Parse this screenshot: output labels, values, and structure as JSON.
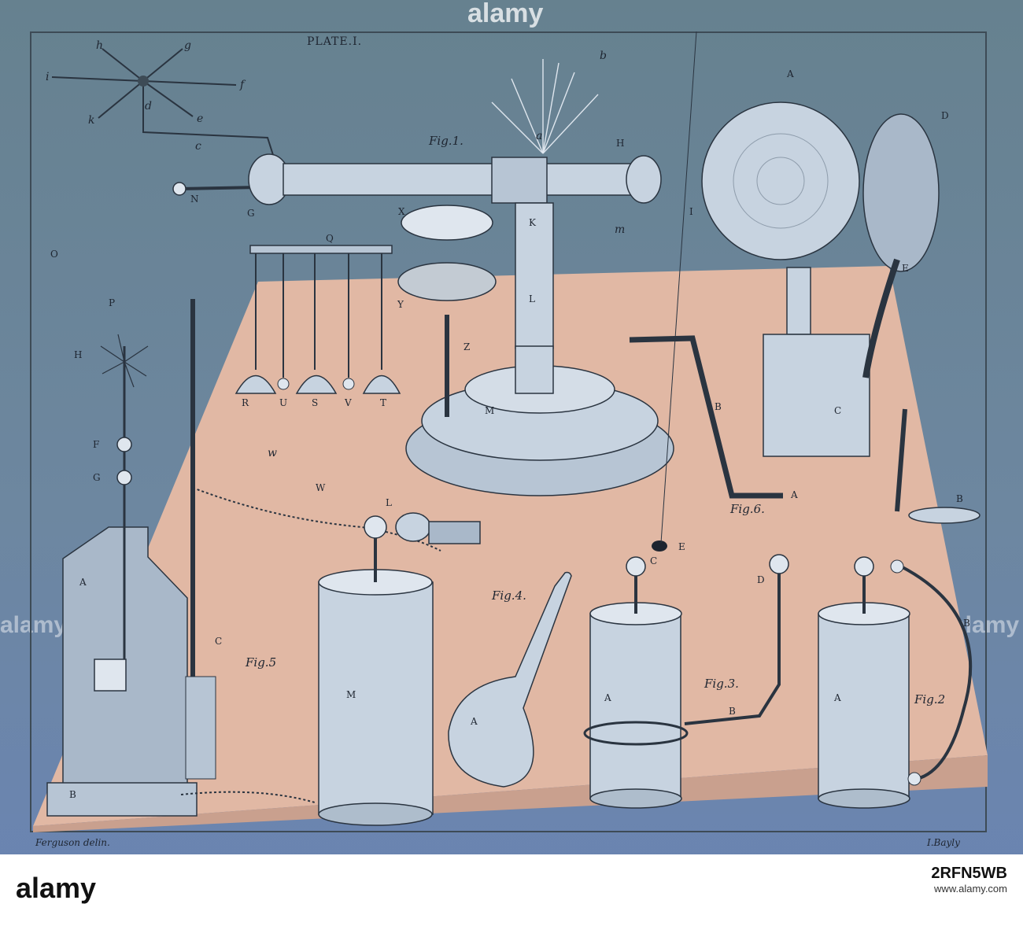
{
  "watermark": {
    "brand": "alamy"
  },
  "plate": {
    "title": "PLATE.I.",
    "credit_left": "Ferguson delin.",
    "credit_right": "I.Bayly"
  },
  "figures": {
    "fig1": "Fig.1.",
    "fig2": "Fig.2",
    "fig3": "Fig.3.",
    "fig4": "Fig.4.",
    "fig5": "Fig.5",
    "fig6": "Fig.6."
  },
  "letters": {
    "h": "h",
    "g": "g",
    "i": "i",
    "f": "f",
    "k": "k",
    "d": "d",
    "e": "e",
    "c": "c",
    "N": "N",
    "O": "O",
    "P": "P",
    "G": "G",
    "Q": "Q",
    "X": "X",
    "Y": "Y",
    "K": "K",
    "L": "L",
    "Z": "Z",
    "M": "M",
    "H": "H",
    "I": "I",
    "m": "m",
    "b": "b",
    "a": "a",
    "A": "A",
    "D": "D",
    "E": "E",
    "C": "C",
    "B": "B",
    "R": "R",
    "U": "U",
    "S": "S",
    "V": "V",
    "T": "T",
    "F": "F",
    "W": "W",
    "w": "w"
  },
  "stock": {
    "brand": "alamy",
    "image_id": "2RFN5WB",
    "url": "www.alamy.com"
  },
  "colors": {
    "background_top": "#66818f",
    "background_bottom": "#6a84b4",
    "table": "#e1b8a4",
    "apparatus": "#c7d3e0",
    "ink": "#1e2530"
  }
}
